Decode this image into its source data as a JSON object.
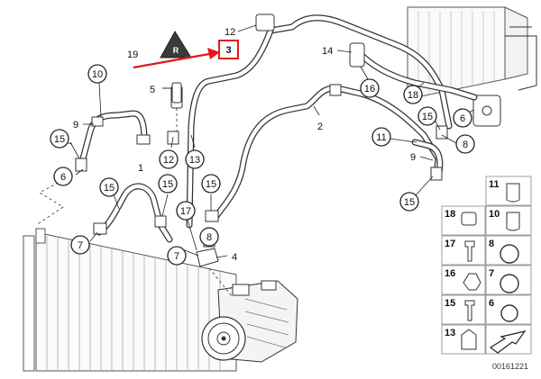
{
  "callouts": [
    {
      "id": "c10",
      "text": "10"
    },
    {
      "id": "c15a",
      "text": "15"
    },
    {
      "id": "c6a",
      "text": "6"
    },
    {
      "id": "c15b",
      "text": "15"
    },
    {
      "id": "c7a",
      "text": "7"
    },
    {
      "id": "c12",
      "text": "12"
    },
    {
      "id": "c13",
      "text": "13"
    },
    {
      "id": "c15c",
      "text": "15"
    },
    {
      "id": "c15d",
      "text": "15"
    },
    {
      "id": "c17",
      "text": "17"
    },
    {
      "id": "c8a",
      "text": "8"
    },
    {
      "id": "c7b",
      "text": "7"
    },
    {
      "id": "c16",
      "text": "16"
    },
    {
      "id": "c18",
      "text": "18"
    },
    {
      "id": "c15e",
      "text": "15"
    },
    {
      "id": "c6b",
      "text": "6"
    },
    {
      "id": "c11",
      "text": "11"
    },
    {
      "id": "c8b",
      "text": "8"
    },
    {
      "id": "c15f",
      "text": "15"
    }
  ],
  "plain_labels": [
    {
      "id": "l12",
      "text": "12"
    },
    {
      "id": "l19",
      "text": "19"
    },
    {
      "id": "l5",
      "text": "5"
    },
    {
      "id": "l9a",
      "text": "9"
    },
    {
      "id": "l1",
      "text": "1"
    },
    {
      "id": "l14",
      "text": "14"
    },
    {
      "id": "l2",
      "text": "2"
    },
    {
      "id": "l9b",
      "text": "9"
    },
    {
      "id": "l4",
      "text": "4"
    }
  ],
  "highlight": {
    "text": "3",
    "color": "#e4181c"
  },
  "arrow_color": "#e4181c",
  "badge_text": "R",
  "legend": [
    {
      "num": "11"
    },
    {
      "num": "18"
    },
    {
      "num": "10"
    },
    {
      "num": "17"
    },
    {
      "num": "8"
    },
    {
      "num": "16"
    },
    {
      "num": "7"
    },
    {
      "num": "15"
    },
    {
      "num": "6"
    },
    {
      "num": "13"
    }
  ],
  "diagram_code": "00161221"
}
